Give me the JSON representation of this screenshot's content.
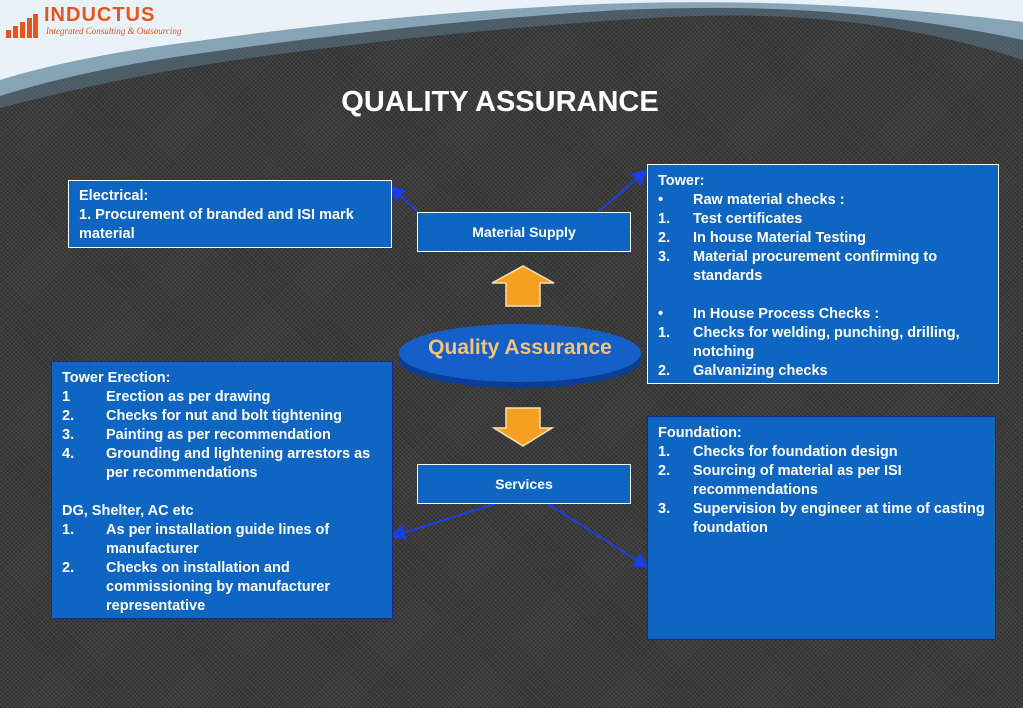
{
  "logo": {
    "brand": "INDUCTUS",
    "tagline": "Integrated Consulting & Outsourcing"
  },
  "title": "QUALITY ASSURANCE",
  "center": {
    "quality_assurance": "Quality Assurance",
    "material_supply": "Material Supply",
    "services": "Services"
  },
  "electrical": {
    "heading": "Electrical:",
    "items": [
      "1. Procurement of branded and ISI mark material"
    ]
  },
  "tower": {
    "heading": "Tower:",
    "sections": [
      {
        "title_bullet": "•",
        "title": "Raw material checks :",
        "items": [
          {
            "num": "1.",
            "text": "Test certificates"
          },
          {
            "num": "2.",
            "text": "In house Material Testing"
          },
          {
            "num": "3.",
            "text": "Material procurement confirming to standards"
          }
        ]
      },
      {
        "title_bullet": "•",
        "title": "In House Process Checks :",
        "items": [
          {
            "num": "1.",
            "text": "Checks for welding, punching, drilling, notching"
          },
          {
            "num": "2.",
            "text": "Galvanizing checks"
          }
        ]
      }
    ]
  },
  "tower_erection": {
    "heading": "Tower Erection:",
    "items": [
      {
        "num": "1",
        "text": "Erection as per drawing"
      },
      {
        "num": "2.",
        "text": "Checks for nut and bolt tightening"
      },
      {
        "num": "3.",
        "text": "Painting as per recommendation"
      },
      {
        "num": "4.",
        "text": "Grounding and lightening  arrestors as per recommendations"
      }
    ],
    "heading2": "DG, Shelter, AC etc",
    "items2": [
      {
        "num": "1.",
        "text": "As per installation guide lines of manufacturer"
      },
      {
        "num": "2.",
        "text": "Checks on installation and commissioning by manufacturer representative"
      }
    ]
  },
  "foundation": {
    "heading": "Foundation:",
    "items": [
      {
        "num": "1.",
        "text": "Checks for foundation design"
      },
      {
        "num": "2.",
        "text": "Sourcing of material as per ISI recommendations"
      },
      {
        "num": "3.",
        "text": "Supervision by engineer at time of casting foundation"
      }
    ]
  },
  "colors": {
    "box_fill": "#0f66c2",
    "arrow_fill": "#f5a020",
    "ellipse_fill": "#1560c8",
    "ellipse_text": "#f5c27a",
    "logo": "#e8541c"
  }
}
